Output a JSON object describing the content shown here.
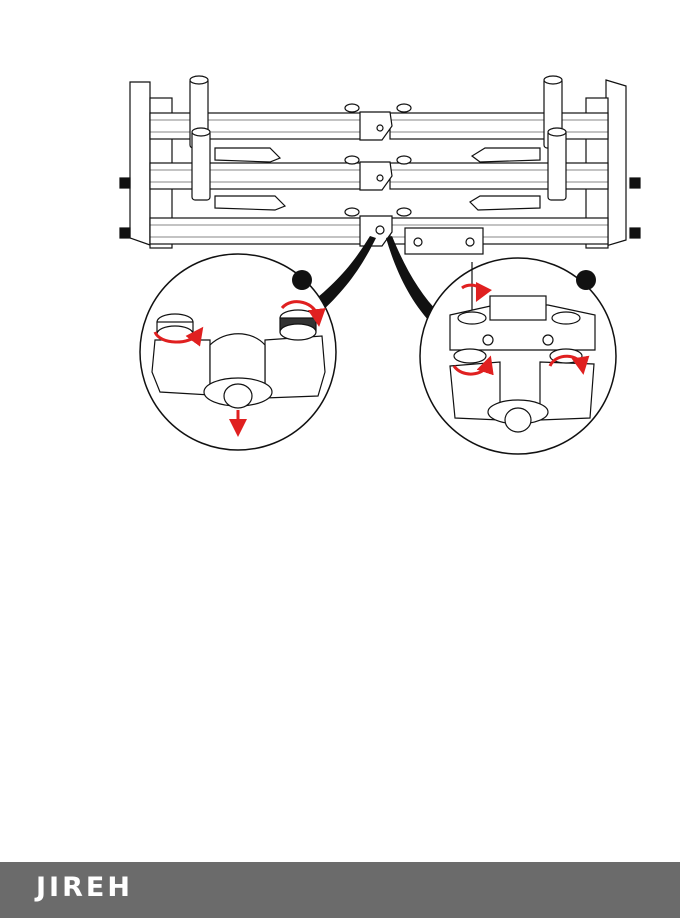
{
  "footer": {
    "brand": "JIREH",
    "background": "#6b6b6b",
    "text_color": "#ffffff"
  },
  "illustration": {
    "line_color": "#111111",
    "arrow_color": "#e02020",
    "icons": [
      "rotate-clockwise-arrow",
      "rotate-counterclockwise-arrow",
      "pull-down-arrow",
      "hex-key"
    ]
  }
}
